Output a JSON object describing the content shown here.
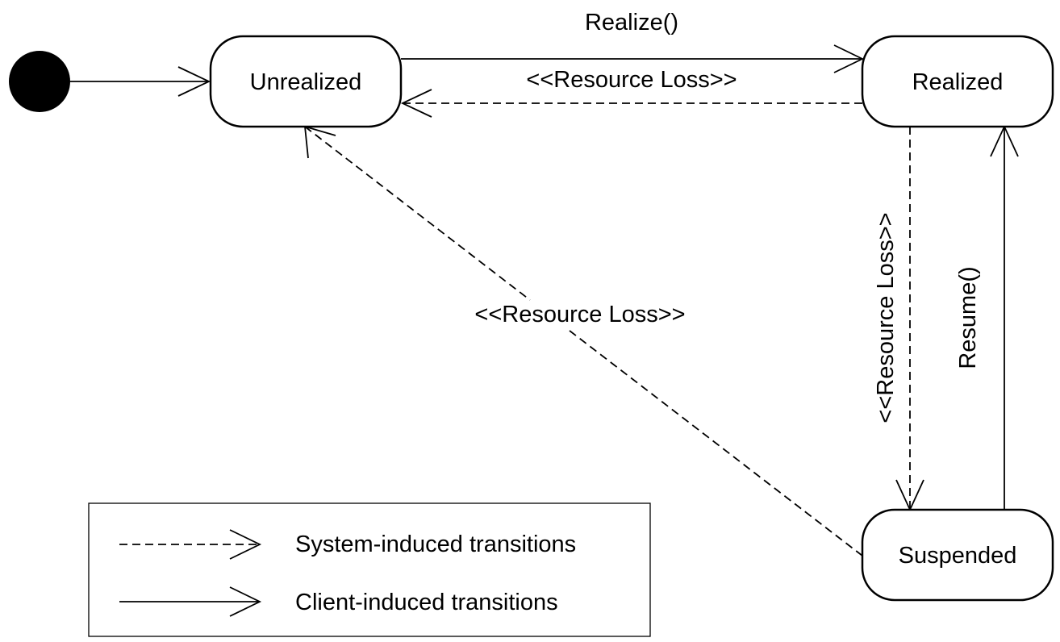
{
  "states": {
    "unrealized": "Unrealized",
    "realized": "Realized",
    "suspended": "Suspended"
  },
  "transitions": {
    "realize": "Realize()",
    "realized_to_unrealized": "<<Resource Loss>>",
    "suspended_to_unrealized": "<<Resource Loss>>",
    "realized_to_suspended": "<<Resource Loss>>",
    "resume": "Resume()"
  },
  "legend": {
    "system_label": "System-induced transitions",
    "client_label": "Client-induced transitions"
  },
  "colors": {
    "line": "#000000",
    "background": "#ffffff"
  }
}
